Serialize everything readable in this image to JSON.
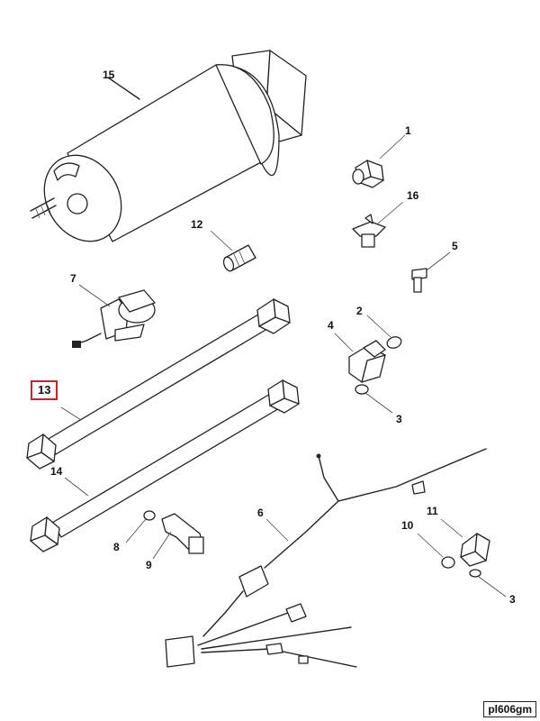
{
  "diagram_id": "pl606gm",
  "highlight_color": "#d42020",
  "callouts": {
    "c1": "1",
    "c2": "2",
    "c3a": "3",
    "c3b": "3",
    "c4": "4",
    "c5": "5",
    "c6": "6",
    "c7": "7",
    "c8": "8",
    "c9": "9",
    "c10": "10",
    "c11": "11",
    "c12": "12",
    "c13": "13",
    "c14": "14",
    "c15": "15",
    "c16": "16"
  },
  "highlighted_callout": "13"
}
